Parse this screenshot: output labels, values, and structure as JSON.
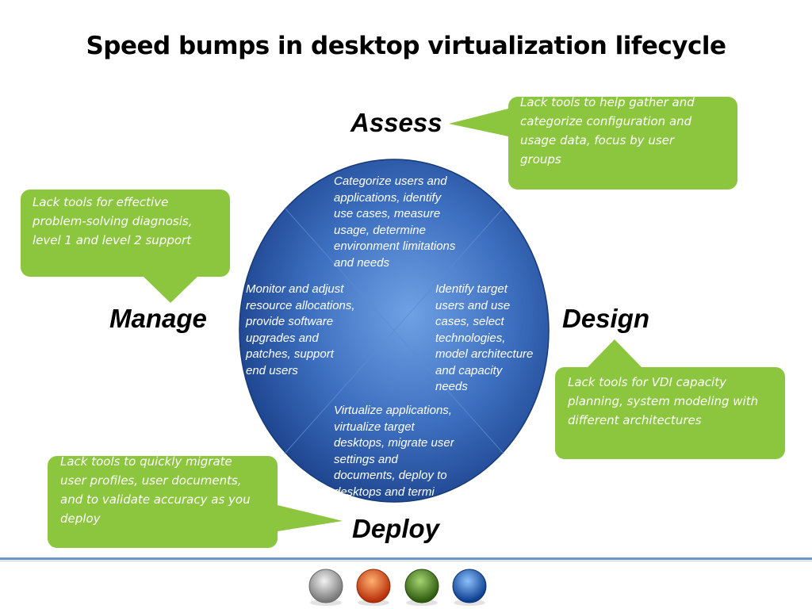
{
  "title": "Speed bumps in desktop virtualization lifecycle",
  "phases": {
    "assess": "Assess",
    "design": "Design",
    "deploy": "Deploy",
    "manage": "Manage"
  },
  "quadrants": {
    "top": [
      "Categorize users and",
      "applications, identify",
      "use cases, measure",
      "usage, determine",
      "environment limitations",
      "and needs"
    ],
    "right": [
      "Identify target",
      "users and use",
      "cases, select",
      "technologies,",
      "model architecture",
      "and capacity",
      "needs"
    ],
    "bottom": [
      "Virtualize applications,",
      "virtualize target",
      "desktops, migrate user",
      "settings and",
      "documents, deploy to",
      "desktops and termi"
    ],
    "left": [
      "Monitor and adjust",
      "resource allocations,",
      "provide software",
      "upgrades and",
      "patches, support",
      "end users"
    ]
  },
  "callouts": {
    "assess": [
      "Lack tools to help gather and",
      "categorize configuration and",
      "usage data, focus by user",
      "groups"
    ],
    "manage": [
      "Lack tools for effective",
      "problem-solving diagnosis,",
      "level 1 and level 2 support"
    ],
    "design": [
      "Lack tools for VDI capacity",
      "planning, system modeling with",
      "different architectures"
    ],
    "deploy": [
      "Lack tools to quickly migrate",
      "user profiles, user documents,",
      "and to validate accuracy as you",
      "deploy"
    ]
  },
  "colors": {
    "callout_green": "#8cc63f",
    "ellipse_center": "#6a9be0",
    "ellipse_edge": "#1f4a96",
    "footer_line": "#6f93c9"
  },
  "nav_buttons": [
    {
      "name": "gray",
      "color": "#a9a9a9"
    },
    {
      "name": "orange",
      "color": "#e2571c"
    },
    {
      "name": "green",
      "color": "#4f8a24"
    },
    {
      "name": "blue",
      "color": "#1f67c4"
    }
  ]
}
